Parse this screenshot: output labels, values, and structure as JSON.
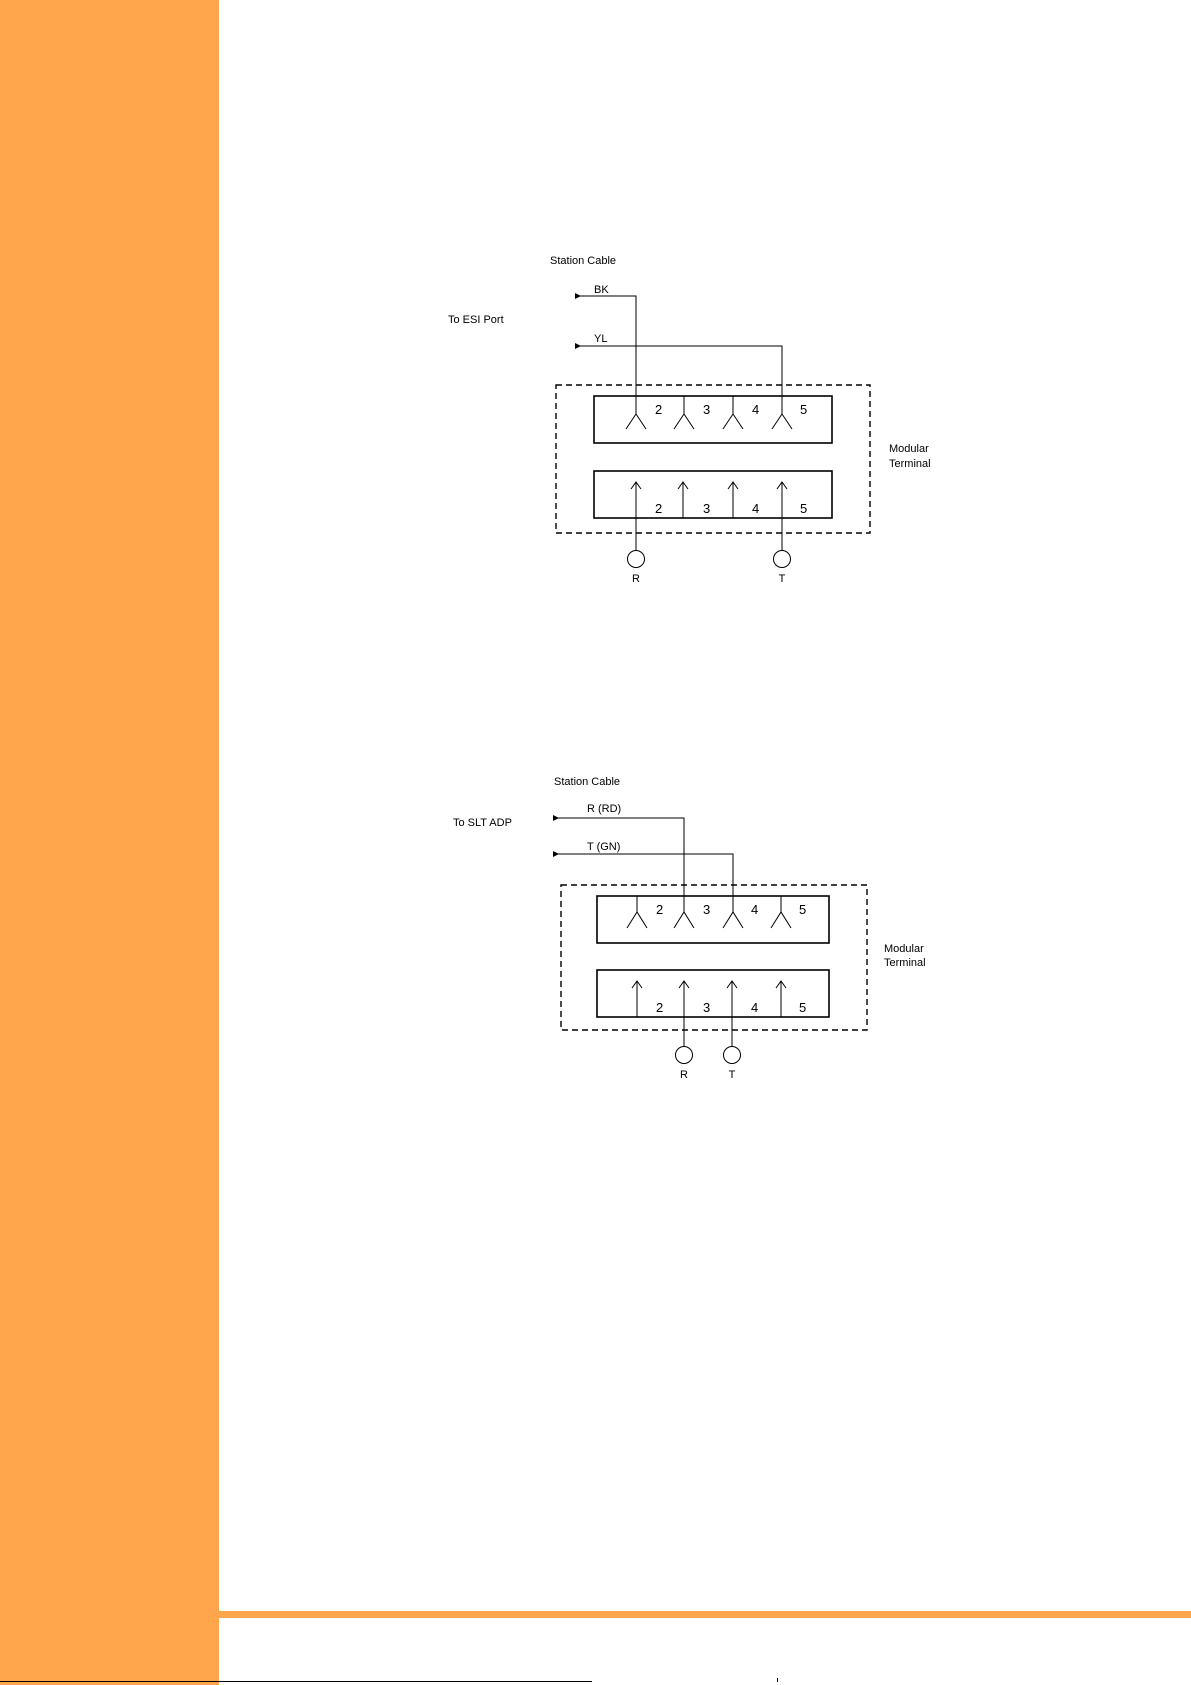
{
  "page": {
    "accent_color": "#ffa64c"
  },
  "diagram1": {
    "cable_label": "Station Cable",
    "destination": "To ESI Port",
    "wire_a": "BK",
    "wire_b": "YL",
    "terminal_label_line1": "Modular",
    "terminal_label_line2": "Terminal",
    "top_numbers": [
      "2",
      "3",
      "4",
      "5"
    ],
    "bottom_numbers": [
      "2",
      "3",
      "4",
      "5"
    ],
    "node_a": "R",
    "node_b": "T"
  },
  "diagram2": {
    "cable_label": "Station Cable",
    "destination": "To SLT ADP",
    "wire_a": "R (RD)",
    "wire_b": "T (GN)",
    "terminal_label_line1": "Modular",
    "terminal_label_line2": "Terminal",
    "top_numbers": [
      "2",
      "3",
      "4",
      "5"
    ],
    "bottom_numbers": [
      "2",
      "3",
      "4",
      "5"
    ],
    "node_a": "R",
    "node_b": "T"
  }
}
